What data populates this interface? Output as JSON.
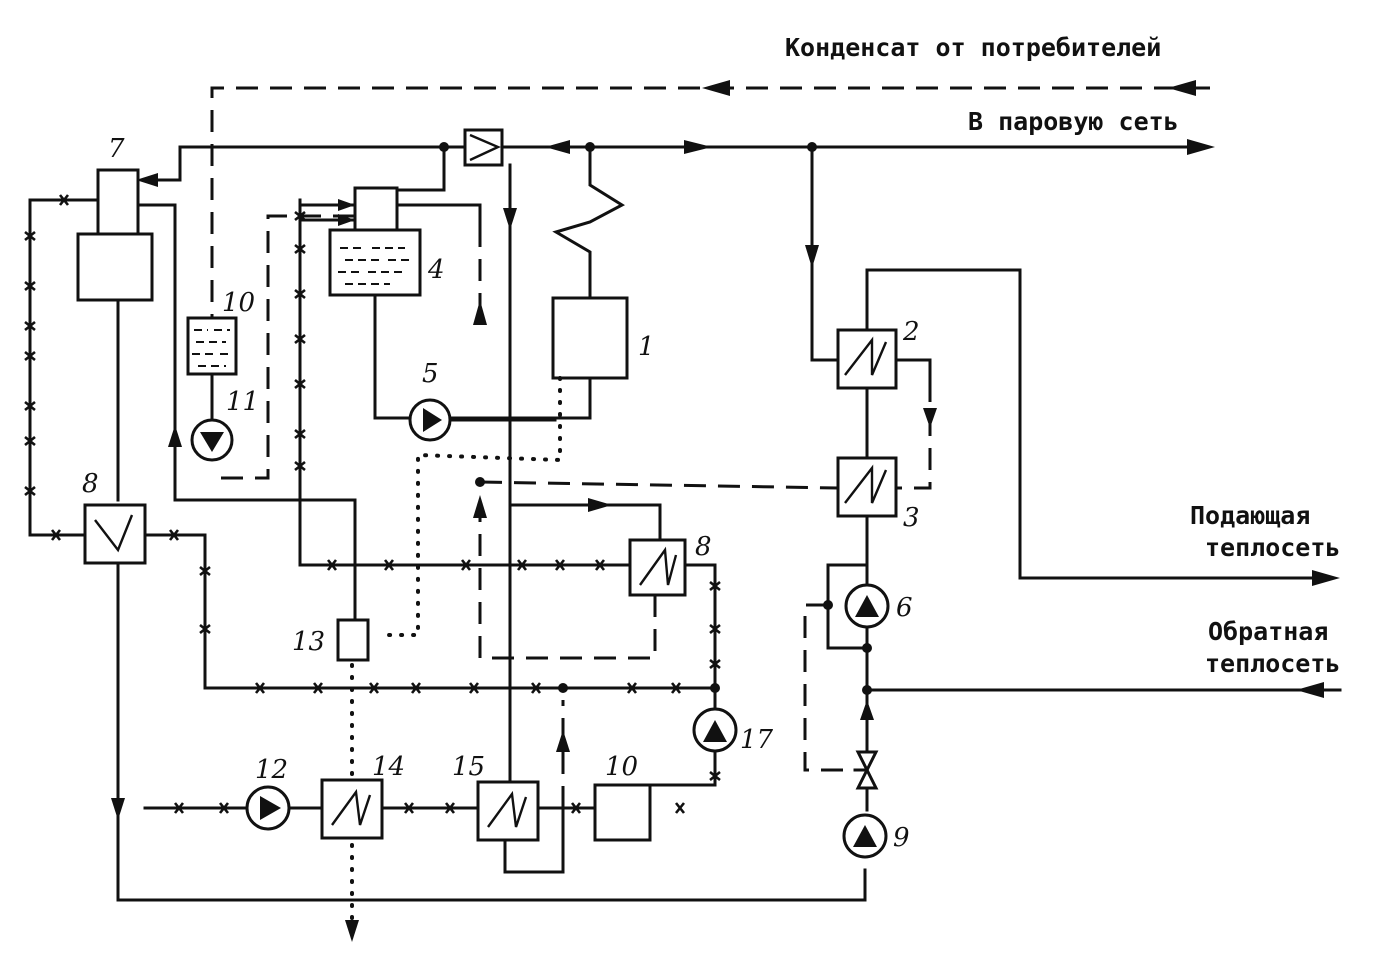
{
  "labels": {
    "condensate_from_consumers": "Конденсат от потребителей",
    "to_steam_network": "В паровую сеть",
    "supply_heat_network_1": "Подающая",
    "supply_heat_network_2": "теплосеть",
    "return_heat_network_1": "Обратная",
    "return_heat_network_2": "теплосеть"
  },
  "numbers": {
    "n1": "1",
    "n2": "2",
    "n3": "3",
    "n4": "4",
    "n5": "5",
    "n6": "6",
    "n7": "7",
    "n8a": "8",
    "n8b": "8",
    "n9": "9",
    "n10a": "10",
    "n10b": "10",
    "n11": "11",
    "n12": "12",
    "n13": "13",
    "n14": "14",
    "n15": "15",
    "n17": "17"
  }
}
